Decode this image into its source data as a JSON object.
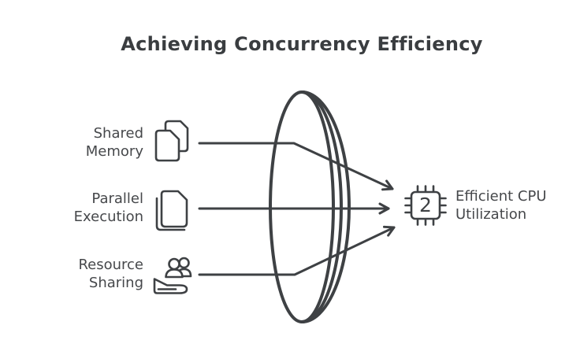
{
  "title": "Achieving Concurrency Efficiency",
  "colors": {
    "background": "#ffffff",
    "ink": "#3e4144",
    "text": "#46484b",
    "title_text": "#3a3d40"
  },
  "inputs": [
    {
      "label": "Shared Memory",
      "icon": "copy-pages-icon"
    },
    {
      "label": "Parallel Execution",
      "icon": "document-stack-icon"
    },
    {
      "label": "Resource Sharing",
      "icon": "people-sharing-icon"
    }
  ],
  "lens": {
    "shape": "three-stacked-ellipses",
    "role": "converging-lens"
  },
  "output": {
    "label": "Efficient CPU Utilization",
    "chip_value": "2",
    "icon": "cpu-chip-icon"
  }
}
